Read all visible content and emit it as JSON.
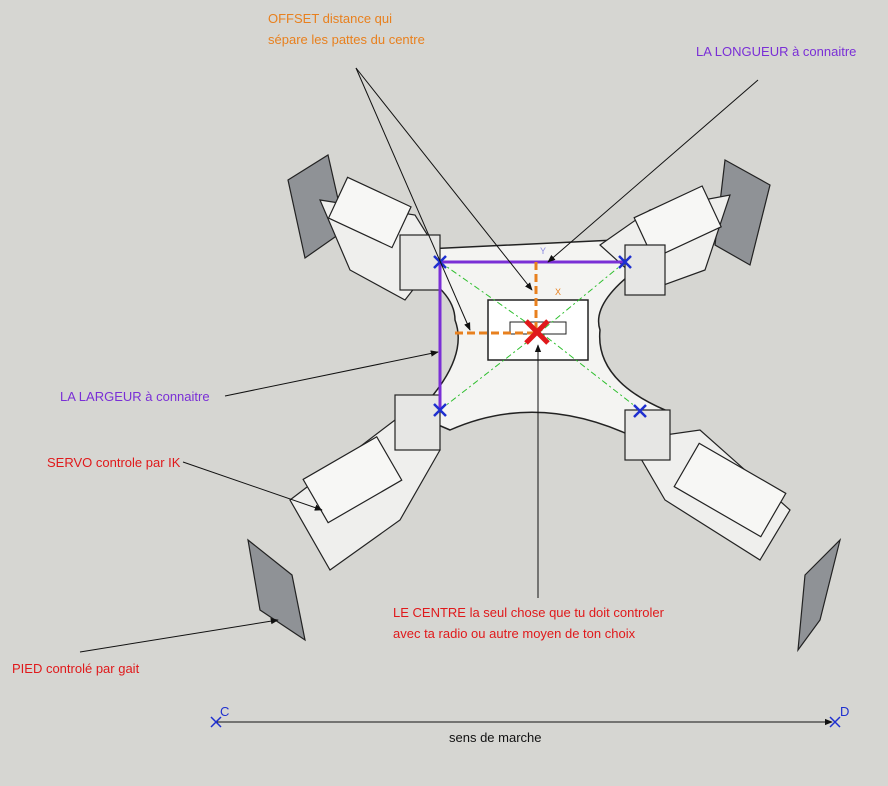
{
  "labels": {
    "offset_line1": "OFFSET distance qui",
    "offset_line2": "sépare les pattes du centre",
    "longueur": "LA LONGUEUR à connaitre",
    "largeur": "LA LARGEUR à connaitre",
    "servo": "SERVO controle par IK",
    "centre_line1": "LE CENTRE la seul chose que tu doit controler",
    "centre_line2": "avec ta radio ou autre moyen de ton choix",
    "pied": "PIED controlé par gait",
    "point_c": "C",
    "point_d": "D",
    "sens": "sens de marche",
    "small_y": "Y",
    "small_x": "X"
  },
  "colors": {
    "background": "#d6d6d2",
    "offset": "#e8801e",
    "dimension": "#7a2fd6",
    "annotation": "#e0191b",
    "marker": "#1e2fd0",
    "center_mark": "#e0191b",
    "diagonal": "#2fbf2f"
  }
}
